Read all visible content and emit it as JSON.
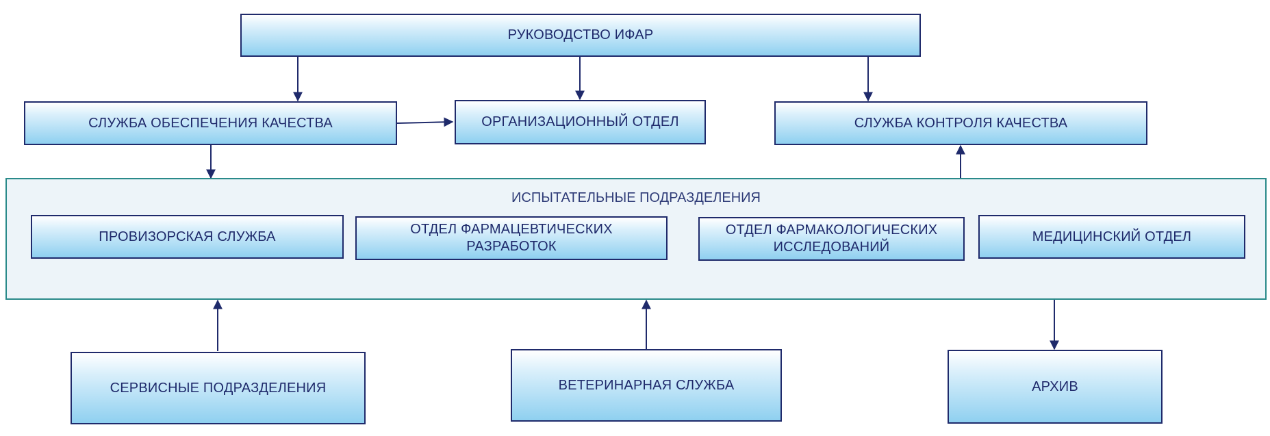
{
  "nodes": {
    "management": "РУКОВОДСТВО ИФАР",
    "qa_service": "СЛУЖБА ОБЕСПЕЧЕНИЯ КАЧЕСТВА",
    "org_department": "ОРГАНИЗАЦИОННЫЙ ОТДЕЛ",
    "qc_service": "СЛУЖБА КОНТРОЛЯ КАЧЕСТВА",
    "testing_units": "ИСПЫТАТЕЛЬНЫЕ ПОДРАЗДЕЛЕНИЯ",
    "pharmacist_service": "ПРОВИЗОРСКАЯ СЛУЖБА",
    "pharm_dev_line1": "ОТДЕЛ ФАРМАЦЕВТИЧЕСКИХ",
    "pharm_dev_line2": "РАЗРАБОТОК",
    "pharmacology_line1": "ОТДЕЛ ФАРМАКОЛОГИЧЕСКИХ",
    "pharmacology_line2": "ИССЛЕДОВАНИЙ",
    "medical_department": "МЕДИЦИНСКИЙ ОТДЕЛ",
    "service_units": "СЕРВИСНЫЕ ПОДРАЗДЕЛЕНИЯ",
    "veterinary_service": "ВЕТЕРИНАРНАЯ СЛУЖБА",
    "archive": "АРХИВ"
  },
  "edges": [
    {
      "from": "management",
      "to": "qa_service"
    },
    {
      "from": "management",
      "to": "org_department"
    },
    {
      "from": "management",
      "to": "qc_service"
    },
    {
      "from": "qa_service",
      "to": "org_department"
    },
    {
      "from": "qa_service",
      "to": "testing_units"
    },
    {
      "from": "testing_units",
      "to": "qc_service"
    },
    {
      "from": "service_units",
      "to": "testing_units"
    },
    {
      "from": "veterinary_service",
      "to": "testing_units"
    },
    {
      "from": "testing_units",
      "to": "archive"
    }
  ],
  "colors": {
    "box_border": "#1f2a6b",
    "box_gradient_bottom": "#8fd0f0",
    "panel_border": "#2a8a8a",
    "panel_fill": "#edf4f9",
    "arrow": "#1f2a6b"
  }
}
